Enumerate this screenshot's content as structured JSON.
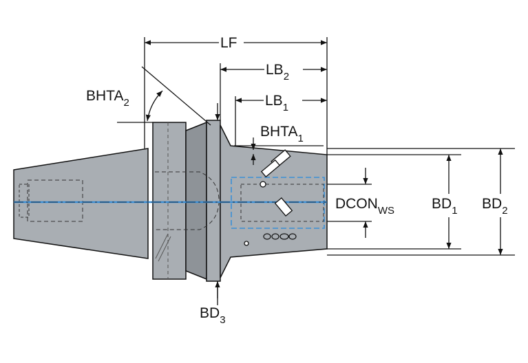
{
  "labels": {
    "lf": "LF",
    "lb2": {
      "main": "LB",
      "sub": "2"
    },
    "lb1": {
      "main": "LB",
      "sub": "1"
    },
    "bhta2": {
      "main": "BHTA",
      "sub": "2"
    },
    "bhta1": {
      "main": "BHTA",
      "sub": "1"
    },
    "dcon": {
      "main": "DCON",
      "sub": "WS"
    },
    "bd1": {
      "main": "BD",
      "sub": "1"
    },
    "bd2": {
      "main": "BD",
      "sub": "2"
    },
    "bd3": {
      "main": "BD",
      "sub": "3"
    }
  },
  "colors": {
    "body": "#a9aeb3",
    "body_dark": "#8e9398",
    "outline": "#111111",
    "coolant": "#3b8fd6",
    "background": "#ffffff"
  }
}
